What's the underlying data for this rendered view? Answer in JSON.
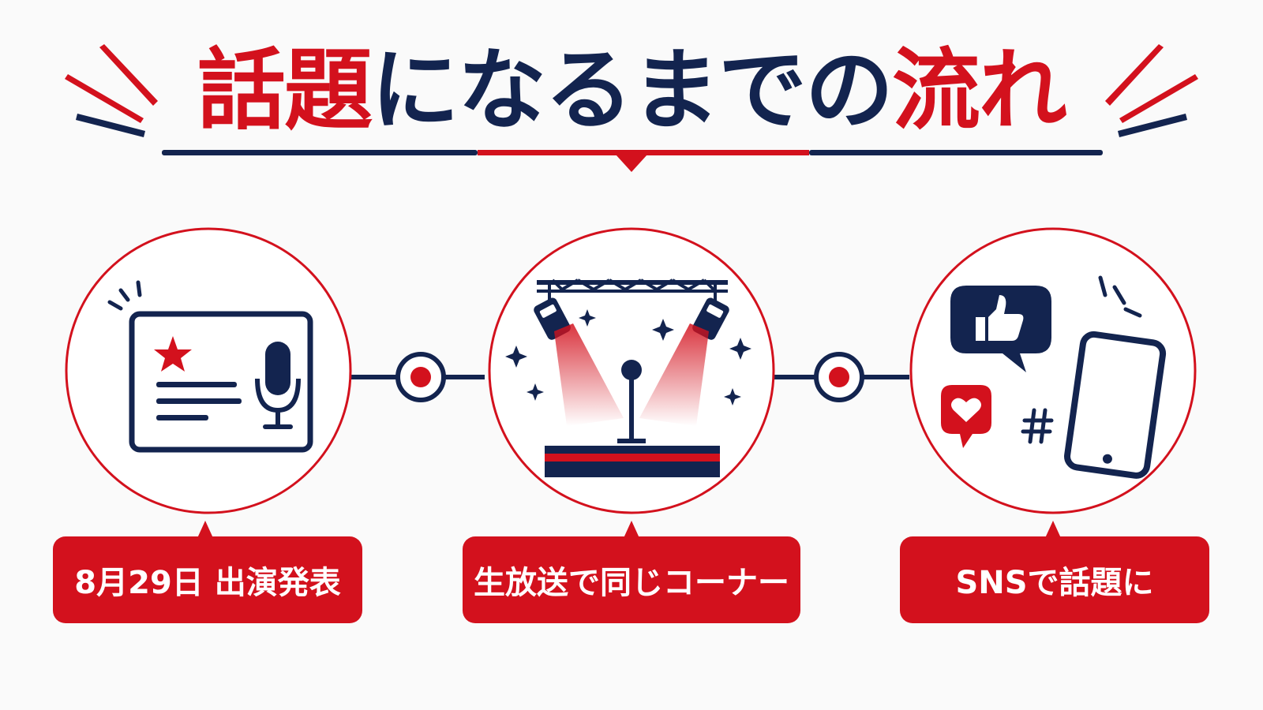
{
  "title": {
    "parts": [
      {
        "text": "話題",
        "color": "red"
      },
      {
        "text": "になるまでの",
        "color": "navy"
      },
      {
        "text": "流れ",
        "color": "red"
      }
    ]
  },
  "colors": {
    "red": "#d3111d",
    "navy": "#13244f",
    "background": "#fafafa"
  },
  "steps": [
    {
      "icon": "announcement-card-microphone-icon",
      "label": "8月29日 出演発表"
    },
    {
      "icon": "stage-spotlights-microphone-icon",
      "label": "生放送で同じコーナー"
    },
    {
      "icon": "social-media-smartphone-icon",
      "label": "SNSで話題に"
    }
  ]
}
